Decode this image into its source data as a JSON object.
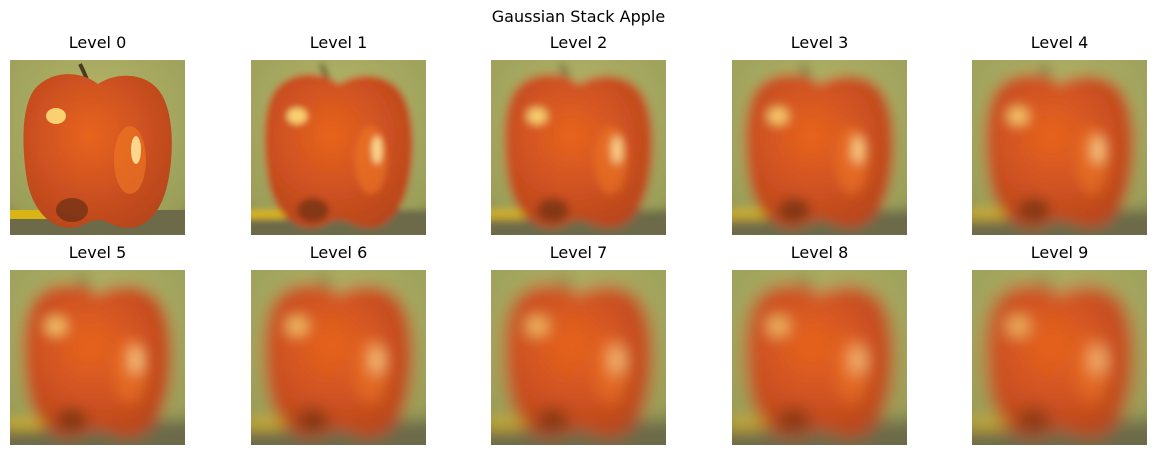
{
  "figure": {
    "title": "Gaussian Stack Apple"
  },
  "panels": [
    {
      "title": "Level 0",
      "blur": 0.3,
      "icon": "apple-image"
    },
    {
      "title": "Level 1",
      "blur": 3.2,
      "icon": "apple-image"
    },
    {
      "title": "Level 2",
      "blur": 4.6,
      "icon": "apple-image"
    },
    {
      "title": "Level 3",
      "blur": 5.6,
      "icon": "apple-image"
    },
    {
      "title": "Level 4",
      "blur": 6.4,
      "icon": "apple-image"
    },
    {
      "title": "Level 5",
      "blur": 7.0,
      "icon": "apple-image"
    },
    {
      "title": "Level 6",
      "blur": 7.5,
      "icon": "apple-image"
    },
    {
      "title": "Level 7",
      "blur": 7.9,
      "icon": "apple-image"
    },
    {
      "title": "Level 8",
      "blur": 8.2,
      "icon": "apple-image"
    },
    {
      "title": "Level 9",
      "blur": 8.5,
      "icon": "apple-image"
    }
  ],
  "colors": {
    "background_light": "#b5b56a",
    "background_dark": "#5a6338",
    "apple_red": "#b8461c",
    "apple_orange": "#e8641f",
    "highlight": "#ffe680",
    "table": "#6c6a4a",
    "pencil": "#d8b418"
  }
}
